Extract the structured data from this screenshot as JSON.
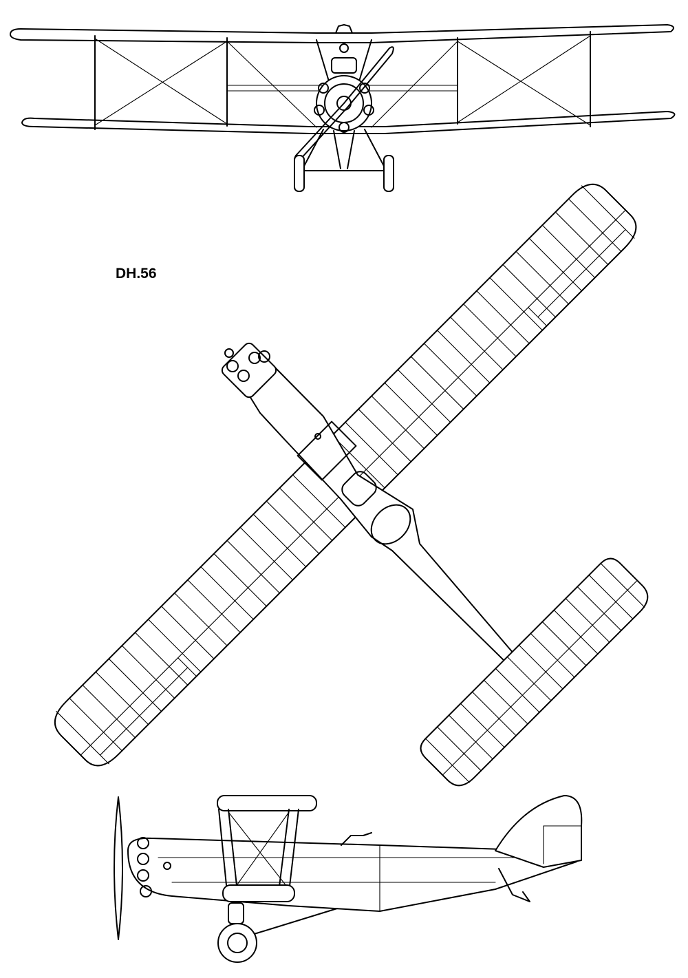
{
  "diagram": {
    "label": "DH.56",
    "views": [
      "front-view",
      "top-view",
      "side-view"
    ],
    "line_color": "#000000",
    "background": "#ffffff"
  }
}
